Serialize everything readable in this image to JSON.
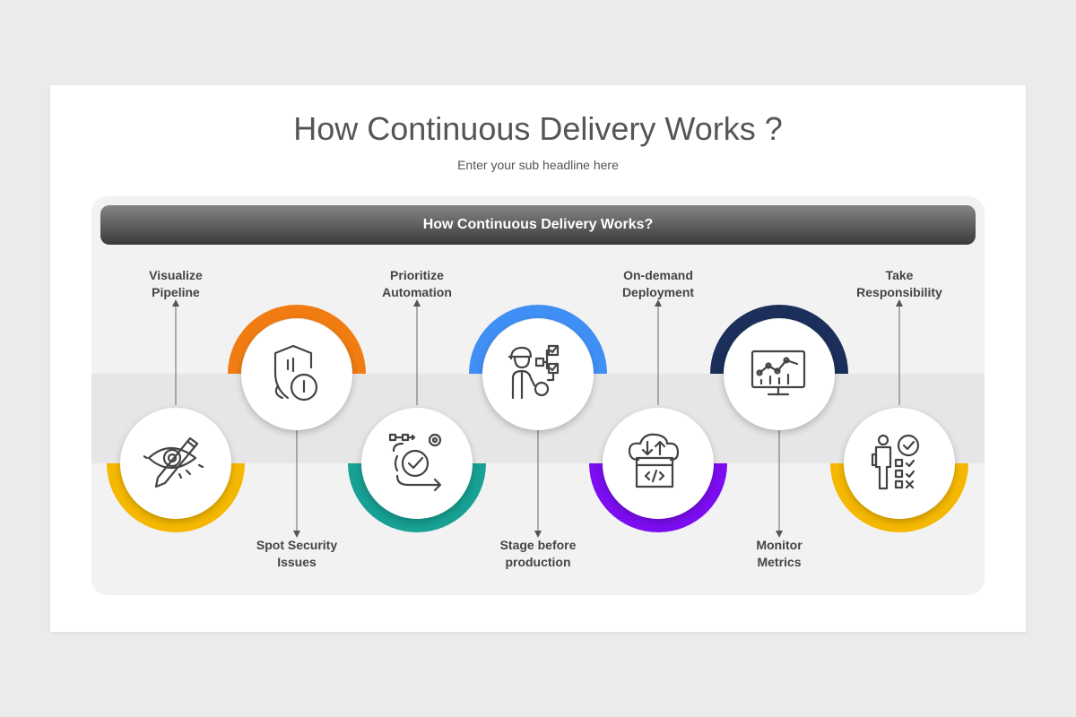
{
  "title": "How Continuous Delivery Works ?",
  "subtitle": "Enter your sub headline here",
  "banner": "How Continuous Delivery Works?",
  "steps": [
    {
      "line1": "Visualize",
      "line2": "Pipeline",
      "color": "#f5b800",
      "icon": "eye-pencil-icon"
    },
    {
      "line1": "Spot Security",
      "line2": "Issues",
      "color": "#f07c12",
      "icon": "shield-alert-icon"
    },
    {
      "line1": "Prioritize",
      "line2": "Automation",
      "color": "#17a093",
      "icon": "automation-cycle-icon"
    },
    {
      "line1": "Stage before",
      "line2": "production",
      "color": "#3f8ff5",
      "icon": "engineer-flowchart-icon"
    },
    {
      "line1": "On-demand",
      "line2": "Deployment",
      "color": "#7b0df0",
      "icon": "cloud-code-icon"
    },
    {
      "line1": "Monitor",
      "line2": "Metrics",
      "color": "#1b2f5a",
      "icon": "monitor-chart-icon"
    },
    {
      "line1": "Take",
      "line2": "Responsibility",
      "color": "#f5b800",
      "icon": "person-checklist-icon"
    }
  ]
}
